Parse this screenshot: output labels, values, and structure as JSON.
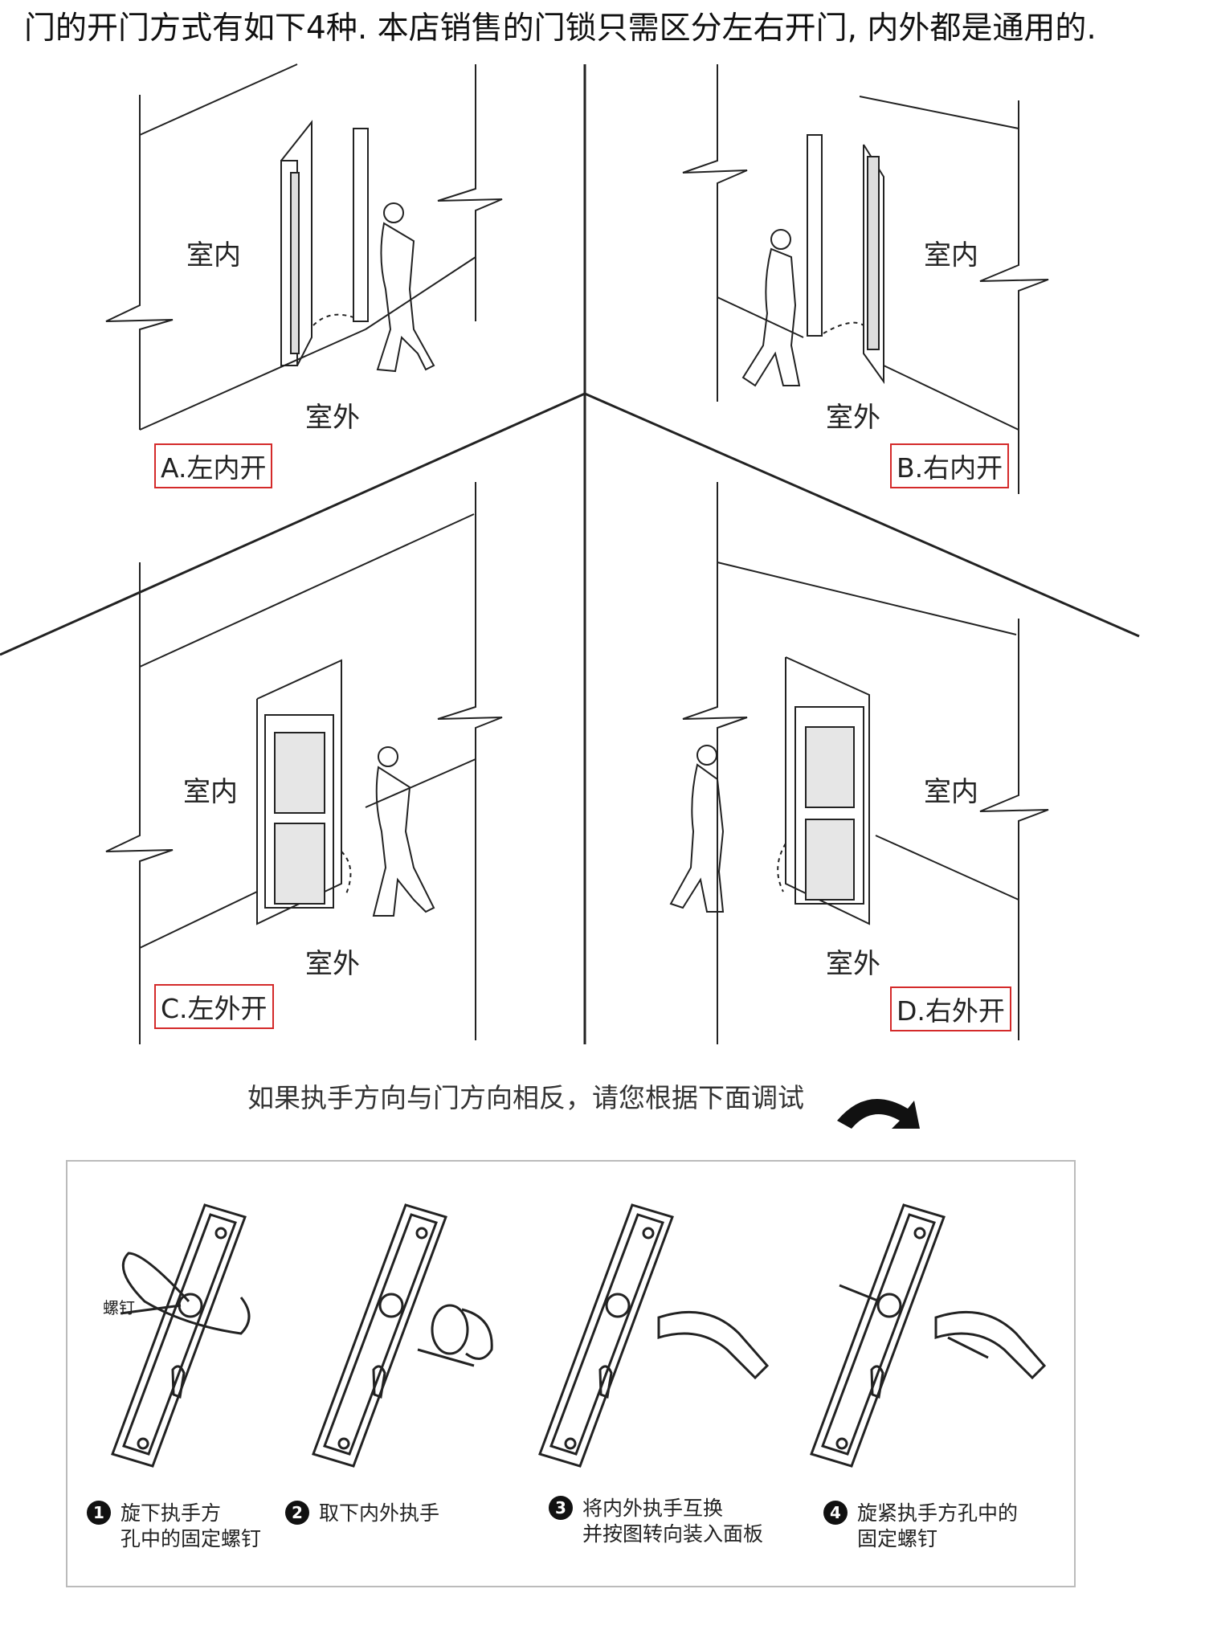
{
  "header": {
    "text": "门的开门方式有如下4种. 本店销售的门锁只需区分左右开门, 内外都是通用的."
  },
  "quadrants": [
    {
      "id": "A",
      "indoor": "室内",
      "outdoor": "室外",
      "tag": "A.左内开"
    },
    {
      "id": "B",
      "indoor": "室内",
      "outdoor": "室外",
      "tag": "B.右内开"
    },
    {
      "id": "C",
      "indoor": "室内",
      "outdoor": "室外",
      "tag": "C.左外开"
    },
    {
      "id": "D",
      "indoor": "室内",
      "outdoor": "室外",
      "tag": "D.右外开"
    }
  ],
  "adjust": {
    "subtitle": "如果执手方向与门方向相反，请您根据下面调试",
    "screw_label": "螺钉",
    "steps": [
      {
        "num": "1",
        "line1": "旋下执手方",
        "line2": "孔中的固定螺钉"
      },
      {
        "num": "2",
        "line1": "取下内外执手",
        "line2": ""
      },
      {
        "num": "3",
        "line1": "将内外执手互换",
        "line2": "并按图转向装入面板"
      },
      {
        "num": "4",
        "line1": "旋紧执手方孔中的",
        "line2": "固定螺钉"
      }
    ]
  },
  "colors": {
    "tag_border": "#d42a2a",
    "line": "#222222"
  }
}
